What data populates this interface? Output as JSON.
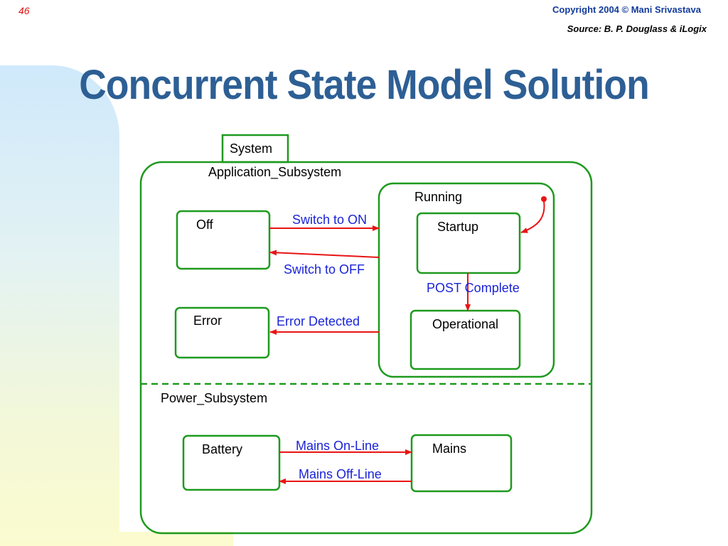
{
  "slide": {
    "number": "46",
    "copyright": "Copyright 2004 © Mani Srivastava",
    "source": "Source: B. P. Douglass & iLogix",
    "title": "Concurrent State Model Solution"
  },
  "diagram": {
    "system_tab": "System",
    "application_subsystem": {
      "label": "Application_Subsystem",
      "states": {
        "off": "Off",
        "error": "Error",
        "running": "Running",
        "startup": "Startup",
        "operational": "Operational"
      },
      "transitions": {
        "switch_on": "Switch to ON",
        "switch_off": "Switch to OFF",
        "error_detected": "Error Detected",
        "post_complete": "POST Complete"
      }
    },
    "power_subsystem": {
      "label": "Power_Subsystem",
      "states": {
        "battery": "Battery",
        "mains": "Mains"
      },
      "transitions": {
        "mains_online": "Mains On-Line",
        "mains_offline": "Mains Off-Line"
      }
    },
    "colors": {
      "state_border": "#1e9a1e",
      "transition_arrow": "#e81414",
      "transition_label": "#1a24d6",
      "title": "#2d5f95"
    }
  }
}
